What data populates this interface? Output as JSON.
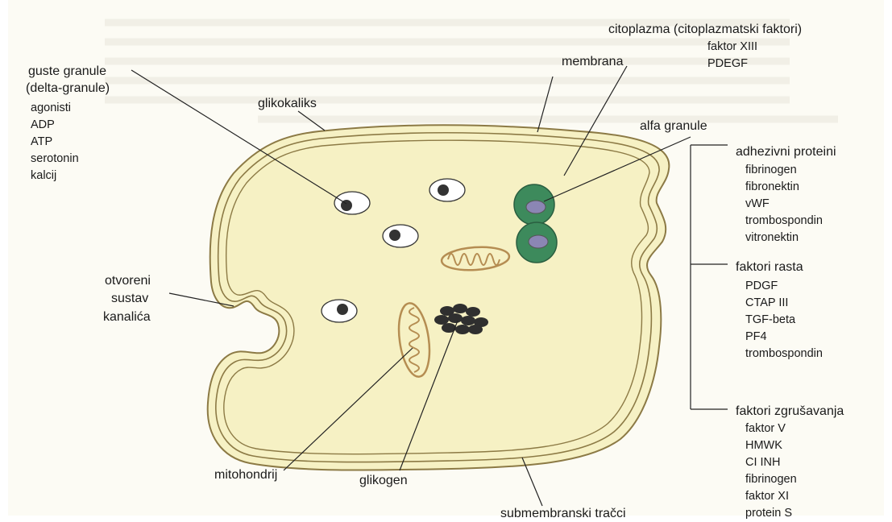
{
  "labels": {
    "citoplazma": "citoplazma (citoplazmatski faktori)",
    "membrana": "membrana",
    "glikokaliks": "glikokaliks",
    "alfa_granule": "alfa granule",
    "guste_granule_1": "guste granule",
    "guste_granule_2": "(delta-granule)",
    "otvoreni_1": "otvoreni",
    "otvoreni_2": "sustav",
    "otvoreni_3": "kanalića",
    "mitohondrij": "mitohondrij",
    "glikogen": "glikogen",
    "submembranski": "submembranski tračci",
    "adhezivni": "adhezivni proteini",
    "faktori_rasta": "faktori rasta",
    "faktori_zgrusavanja": "faktori zgrušavanja"
  },
  "lists": {
    "citoplazma": [
      "faktor XIII",
      "PDEGF"
    ],
    "guste_granule": [
      "agonisti",
      "ADP",
      "ATP",
      "serotonin",
      "kalcij"
    ],
    "adhezivni": [
      "fibrinogen",
      "fibronektin",
      "vWF",
      "trombospondin",
      "vitronektin"
    ],
    "faktori_rasta": [
      "PDGF",
      "CTAP III",
      "TGF-beta",
      "PF4",
      "trombospondin"
    ],
    "faktori_zgrusavanja": [
      "faktor V",
      "HMWK",
      "CI INH",
      "fibrinogen",
      "faktor XI",
      "protein S"
    ]
  },
  "colors": {
    "cytoplasm": "#f6f1c4",
    "membrane_stroke": "#8c7a45",
    "alpha_granule": "#3d8a5c",
    "alpha_core": "#8b86b4",
    "glycogen": "#2f2f2f",
    "mitochondrion": "#b58d52"
  }
}
